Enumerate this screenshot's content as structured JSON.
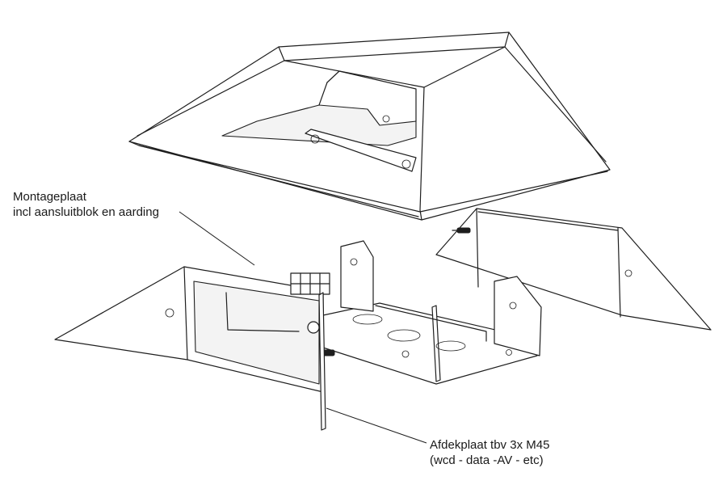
{
  "labels": {
    "mounting_plate": {
      "line1": "Montageplaat",
      "line2": "incl aansluitblok en aarding"
    },
    "cover_plate": {
      "line1": "Afdekplaat tbv 3x M45",
      "line2": "(wcd - data -AV - etc)"
    }
  },
  "colors": {
    "line": "#1e1e1e",
    "background": "#ffffff"
  }
}
